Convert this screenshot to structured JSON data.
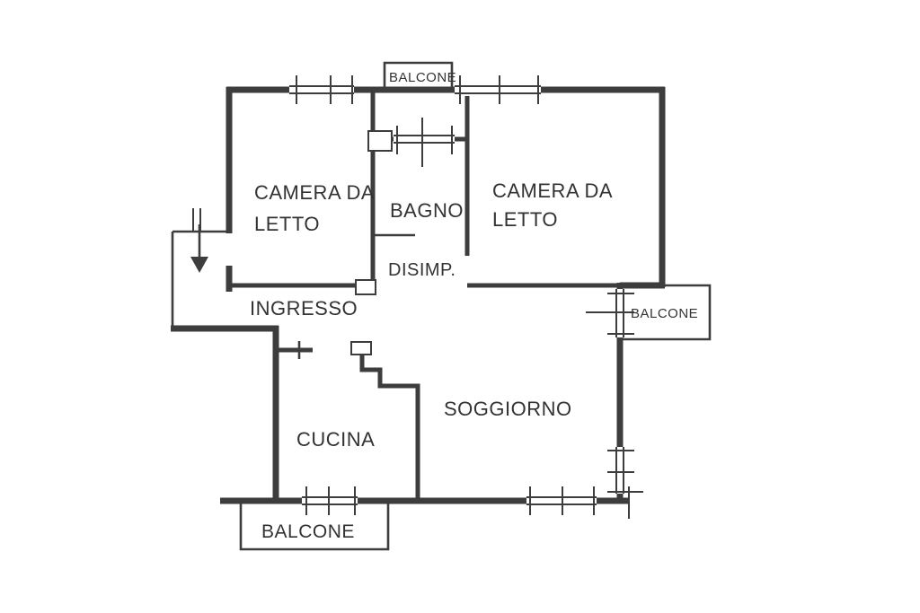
{
  "plan": {
    "rooms": {
      "bedroom_left": {
        "line1": "CAMERA DA",
        "line2": "LETTO"
      },
      "bedroom_right": {
        "line1": "CAMERA DA",
        "line2": "LETTO"
      },
      "bathroom": {
        "label": "BAGNO"
      },
      "hallway": {
        "label": "DISIMP."
      },
      "entrance": {
        "label": "INGRESSO"
      },
      "kitchen": {
        "label": "CUCINA"
      },
      "living_room": {
        "label": "SOGGIORNO"
      }
    },
    "balconies": {
      "top": {
        "label": "BALCONE"
      },
      "right": {
        "label": "BALCONE"
      },
      "bottom": {
        "label": "BALCONE"
      }
    },
    "colors": {
      "wall": "#3d3d3d",
      "text": "#333333",
      "background": "#ffffff"
    }
  }
}
